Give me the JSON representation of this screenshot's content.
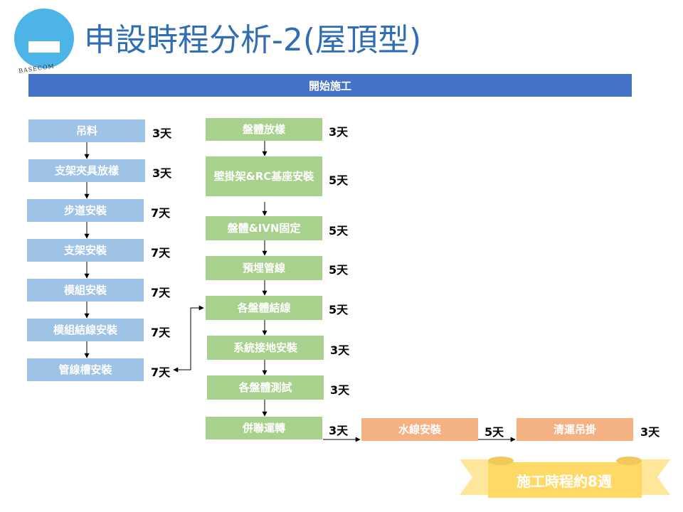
{
  "logo": {
    "text": "BASECOM"
  },
  "title": "申設時程分析-2(屋頂型)",
  "header": "開始施工",
  "left_column": [
    {
      "label": "吊料",
      "duration": "3天"
    },
    {
      "label": "支架夾具放樣",
      "duration": "3天"
    },
    {
      "label": "步道安裝",
      "duration": "7天"
    },
    {
      "label": "支架安裝",
      "duration": "7天"
    },
    {
      "label": "模組安裝",
      "duration": "7天"
    },
    {
      "label": "模組結線安裝",
      "duration": "7天"
    },
    {
      "label": "管線槽安裝",
      "duration": "7天"
    }
  ],
  "middle_column": [
    {
      "label": "盤體放樣",
      "duration": "3天"
    },
    {
      "label": "壁掛架&RC基座安裝",
      "duration": "5天"
    },
    {
      "label": "盤體&IVN固定",
      "duration": "5天"
    },
    {
      "label": "預埋管線",
      "duration": "5天"
    },
    {
      "label": "各盤體結線",
      "duration": "5天"
    },
    {
      "label": "系統接地安裝",
      "duration": "3天"
    },
    {
      "label": "各盤體測試",
      "duration": "3天"
    },
    {
      "label": "併聯運轉",
      "duration": "3天"
    }
  ],
  "right_row": [
    {
      "label": "水線安裝",
      "duration": "5天"
    },
    {
      "label": "清運吊掛",
      "duration": "3天"
    }
  ],
  "total": "施工時程約8週",
  "colors": {
    "header": "#4472c4",
    "blue": "#9dc3e6",
    "green": "#a9d18e",
    "orange": "#f4b183",
    "title": "#2f6eb5",
    "scroll": "#ffd966"
  }
}
